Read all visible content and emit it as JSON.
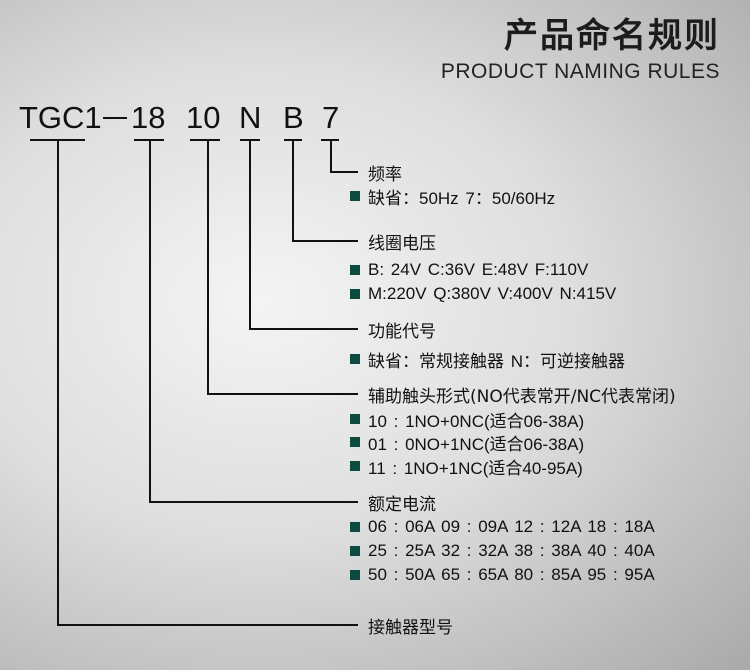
{
  "title_cn": "产品命名规则",
  "title_en": "PRODUCT NAMING RULES",
  "code": {
    "series": "TGC1",
    "current": "18",
    "contacts": "10",
    "function": "N",
    "coil": "B",
    "frequency": "7"
  },
  "frequency": {
    "heading": "频率",
    "items": [
      "缺省：50Hz    7：50/60Hz"
    ]
  },
  "coil_voltage": {
    "heading": "线圈电压",
    "items": [
      "B: 24V    C:36V     E:48V     F:110V",
      "M:220V  Q:380V  V:400V   N:415V"
    ]
  },
  "function_code": {
    "heading": "功能代号",
    "items": [
      "缺省：常规接触器   N：可逆接触器"
    ]
  },
  "aux_contacts": {
    "heading": "辅助触头形式(NO代表常开/NC代表常闭)",
    "items": [
      "10 : 1NO+0NC(适合06-38A)",
      "01 : 0NO+1NC(适合06-38A)",
      "11 : 1NO+1NC(适合40-95A)"
    ]
  },
  "rated_current": {
    "heading": "额定电流",
    "items": [
      "06 : 06A   09 : 09A   12 : 12A   18 : 18A",
      "25 : 25A   32 : 32A   38 : 38A   40 : 40A",
      "50 : 50A   65 : 65A   80 : 85A   95 : 95A"
    ]
  },
  "model": {
    "heading": "接触器型号"
  },
  "colors": {
    "bullet": "#0d4a40",
    "line": "#111111"
  }
}
